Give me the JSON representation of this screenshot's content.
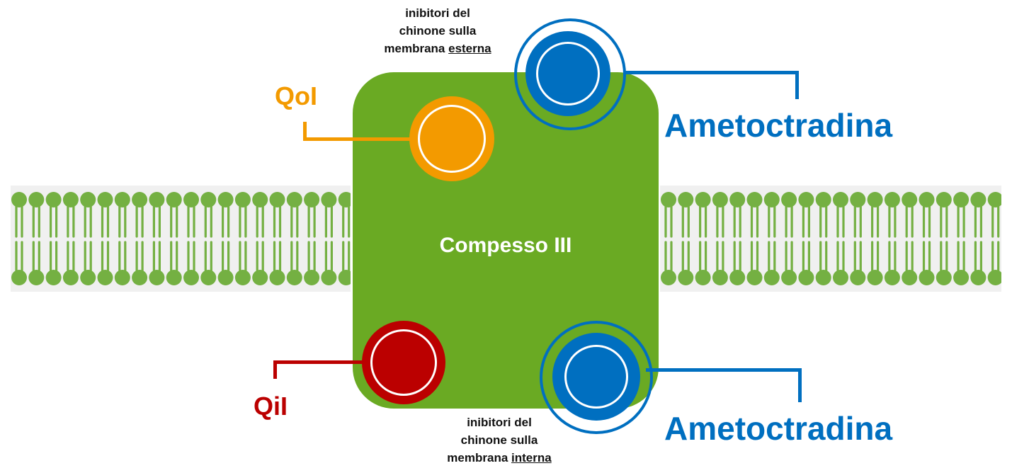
{
  "complex": {
    "label": "Compesso III",
    "color": "#6aaa23"
  },
  "sites": {
    "qoi": {
      "label": "QoI",
      "color": "#f39a00"
    },
    "qii": {
      "label": "QiI",
      "color": "#bb0000"
    },
    "amet_outer": {
      "label": "Ametoctradina",
      "color": "#006fc0"
    },
    "amet_inner": {
      "label": "Ametoctradina",
      "color": "#006fc0"
    }
  },
  "annotations": {
    "outer_membrane": {
      "line1": "inibitori del",
      "line2": "chinone sulla",
      "line3_prefix": "membrana ",
      "line3_emphasis": "esterna"
    },
    "inner_membrane": {
      "line1": "inibitori del",
      "line2": "chinone sulla",
      "line3_prefix": "membrana ",
      "line3_emphasis": "interna"
    }
  },
  "membrane": {
    "color": "#74b042",
    "band_color": "#f0f0f0"
  }
}
